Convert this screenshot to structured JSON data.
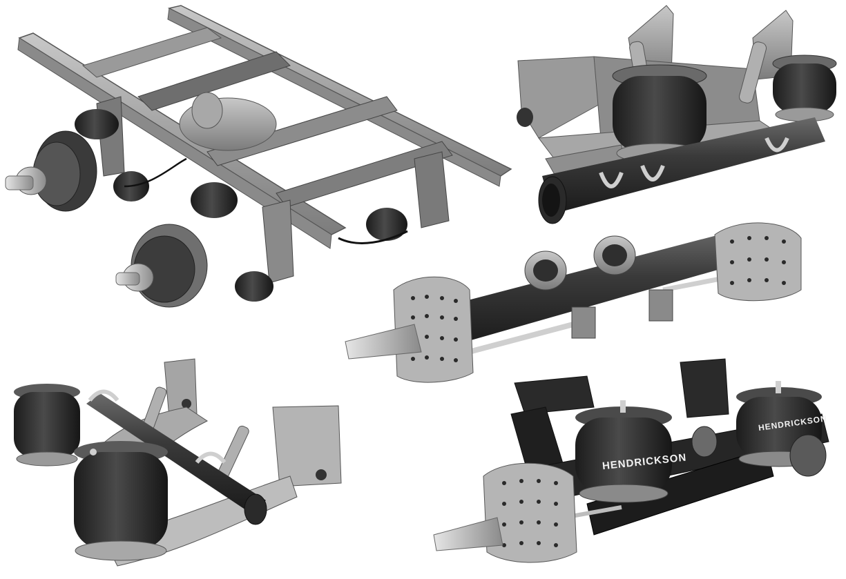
{
  "image": {
    "content": "product photo of five truck and trailer suspension and axle assemblies",
    "palette": {
      "background": "#ffffff",
      "steel_light": "#b9b9b9",
      "steel_mid": "#8f8f8f",
      "steel_dark": "#5e5e5e",
      "rubber": "#2b2b2b",
      "black_part": "#1f1f1f"
    }
  },
  "components": [
    {
      "name": "chassis-frame-air-suspension",
      "position": "top-left"
    },
    {
      "name": "trailing-arm-air-suspension",
      "position": "top-right"
    },
    {
      "name": "drum-brake-trailer-axle",
      "position": "middle-right"
    },
    {
      "name": "air-spring-suspension-with-axle",
      "position": "bottom-left"
    },
    {
      "name": "branded-air-suspension-axle",
      "position": "bottom-right"
    }
  ],
  "brand_marks": [
    {
      "text": "HENDRICKSON"
    },
    {
      "text": "HENDRICKSON"
    }
  ]
}
